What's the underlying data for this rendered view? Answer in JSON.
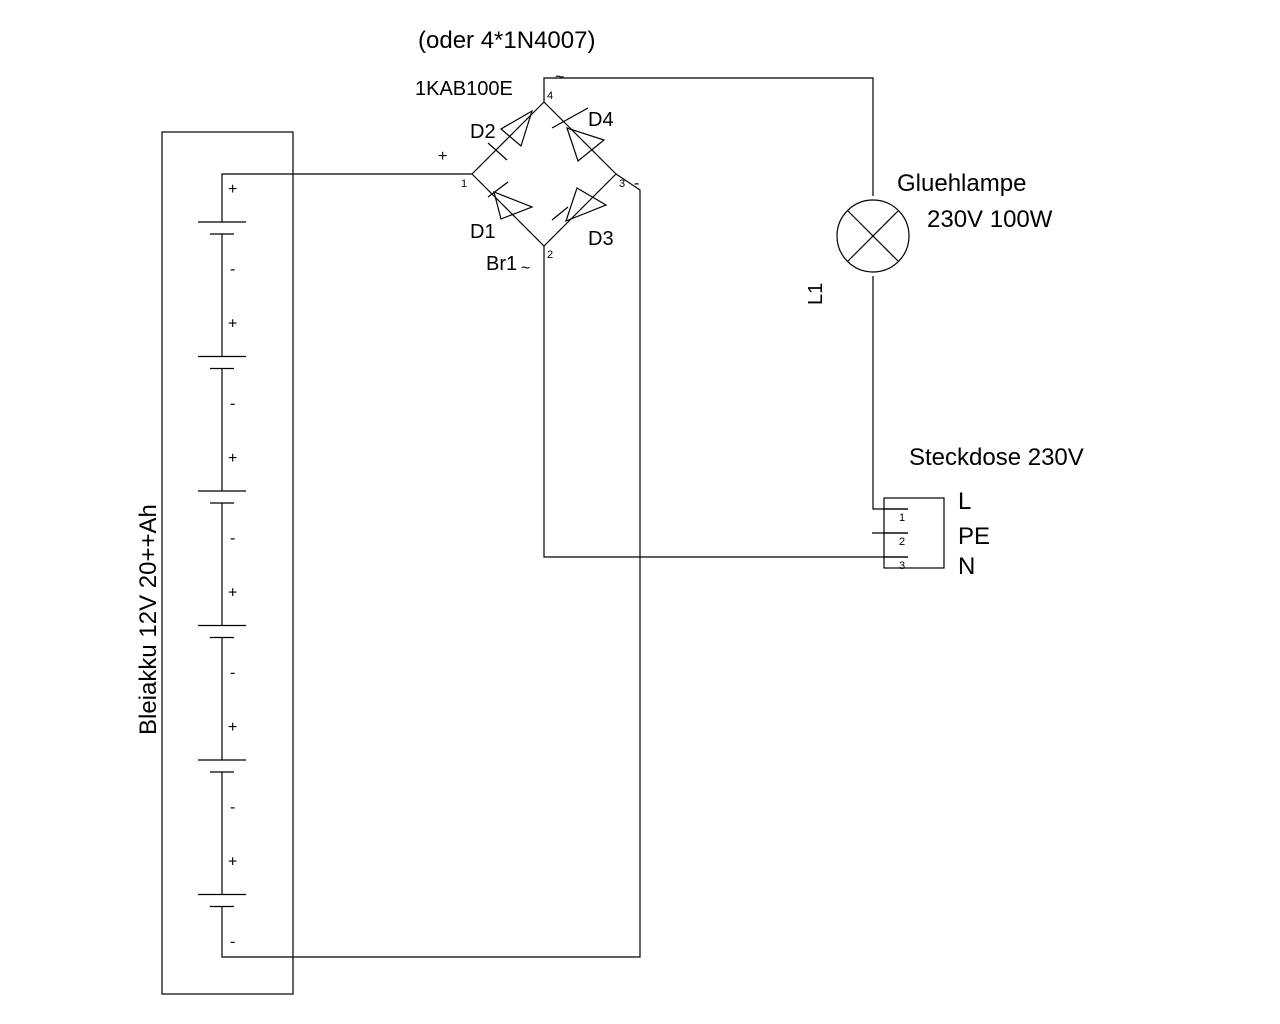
{
  "labels": {
    "alt_diodes": "(oder 4*1N4007)",
    "bridge_part": "1KAB100E",
    "bridge_ref": "Br1",
    "lamp_name": "Gluehlampe",
    "lamp_rating": "230V 100W",
    "lamp_ref": "L1",
    "socket_name": "Steckdose 230V",
    "battery_name": "Bleiakku 12V 20++Ah"
  },
  "diodes": [
    "D1",
    "D2",
    "D3",
    "D4"
  ],
  "bridge_pins": [
    "1",
    "2",
    "3",
    "4"
  ],
  "bridge_signs": {
    "plus": "+",
    "tilde_top": "~",
    "tilde_bottom": "~",
    "minus": "-"
  },
  "socket": {
    "pins": [
      "1",
      "2",
      "3"
    ],
    "terminals": [
      "L",
      "PE",
      "N"
    ]
  },
  "battery_cells": [
    {
      "plus": "+",
      "minus": "-"
    },
    {
      "plus": "+",
      "minus": "-"
    },
    {
      "plus": "+",
      "minus": "-"
    },
    {
      "plus": "+",
      "minus": "-"
    },
    {
      "plus": "+",
      "minus": "-"
    },
    {
      "plus": "+",
      "minus": "-"
    }
  ]
}
